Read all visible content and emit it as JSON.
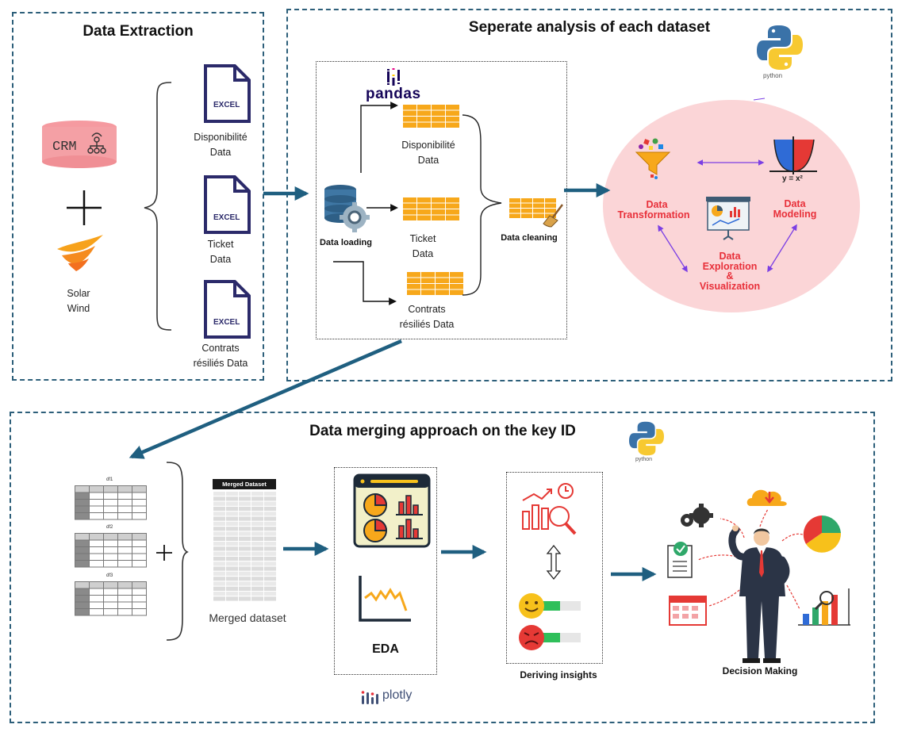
{
  "sections": {
    "extraction": {
      "title": "Data Extraction",
      "crm_label": "CRM",
      "solarwind_label_1": "Solar",
      "solarwind_label_2": "Wind",
      "excel_badge": "EXCEL",
      "files": [
        {
          "line1": "Disponibilité",
          "line2": "Data"
        },
        {
          "line1": "Ticket",
          "line2": "Data"
        },
        {
          "line1": "Contrats",
          "line2": "résiliés Data"
        }
      ]
    },
    "separate": {
      "title": "Seperate analysis of each dataset",
      "pandas_label": "pandas",
      "python_label": "python",
      "data_loading": "Data loading",
      "data_cleaning": "Data cleaning",
      "tables": [
        {
          "line1": "Disponibilité",
          "line2": "Data"
        },
        {
          "line1": "Ticket",
          "line2": "Data"
        },
        {
          "line1": "Contrats",
          "line2": "résiliés Data"
        }
      ],
      "steps": {
        "transformation": [
          "Data",
          "Transformation"
        ],
        "modeling": [
          "Data",
          "Modeling"
        ],
        "exploration": [
          "Data",
          "Exploration",
          "&",
          "Visualization"
        ]
      },
      "formula": "y = x²"
    },
    "merging": {
      "title": "Data merging approach on the key ID",
      "python_label": "python",
      "df_labels": [
        "df1",
        "df2",
        "df3"
      ],
      "merged_header": "Merged Dataset",
      "merged_label": "Merged dataset",
      "eda_label": "EDA",
      "plotly_label": "plotly",
      "insights_label": "Deriving insights",
      "decision_label": "Decision Making"
    }
  },
  "colors": {
    "panel_border": "#2d5f7a",
    "arrow": "#1f5f80",
    "accent_red": "#e8303a",
    "excel_navy": "#2b2a6a",
    "table_orange": "#f7a81b",
    "ellipse_pink": "#fbd5d7"
  }
}
